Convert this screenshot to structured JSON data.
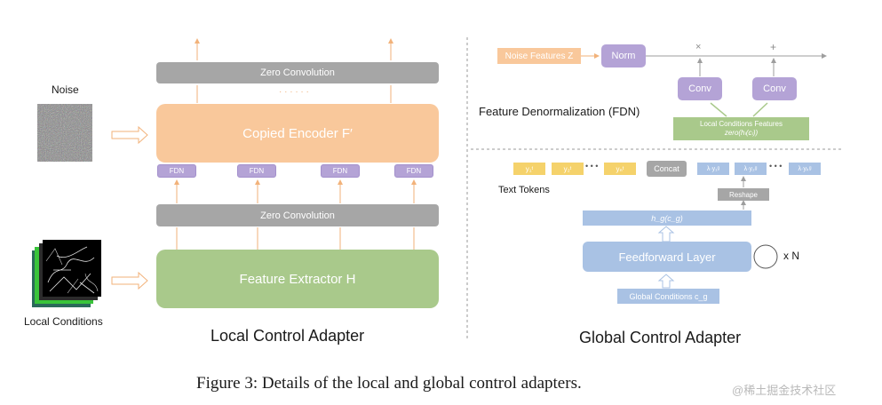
{
  "local": {
    "zero_top": "Zero Convolution",
    "dots": "· · · · · ·",
    "encoder": "Copied Encoder F′",
    "fdn_labels": [
      "FDN",
      "FDN",
      "FDN",
      "FDN"
    ],
    "zero_bottom": "Zero Convolution",
    "extractor": "Feature Extractor H",
    "noise_label": "Noise",
    "cond_label": "Local Conditions",
    "title": "Local Control Adapter"
  },
  "fdn": {
    "noise": "Noise Features Z",
    "norm": "Norm",
    "conv1": "Conv",
    "conv2": "Conv",
    "times": "×",
    "plus": "+",
    "title": "Feature Denormalization (FDN)",
    "lcf_line1": "Local Conditions Features",
    "lcf_line2": "zero(hₗ(cₗ))"
  },
  "global": {
    "tokens": [
      "y₁ᵗ",
      "y₂ᵗ",
      "yₙᵗ"
    ],
    "dots": "• • •",
    "concat": "Concat",
    "gtokens": [
      "λ·y₁ᵍ",
      "λ·y₂ᵍ",
      "λ·yₖᵍ"
    ],
    "text_tokens": "Text Tokens",
    "reshape": "Reshape",
    "hg": "h_g(c_g)",
    "ff": "Feedforward Layer",
    "xn": "x N",
    "gc": "Global Conditions c_g",
    "title": "Global Control Adapter"
  },
  "figure_caption": "Figure 3: Details of the local and global control adapters.",
  "watermark": "@稀土掘金技术社区",
  "colors": {
    "orange": "#f9c89b",
    "green": "#a9c98b",
    "gray": "#a6a6a6",
    "purple": "#b4a3d6",
    "blue": "#a9c2e4",
    "yellow": "#f5d26b",
    "arrow": "#f2b27a"
  }
}
